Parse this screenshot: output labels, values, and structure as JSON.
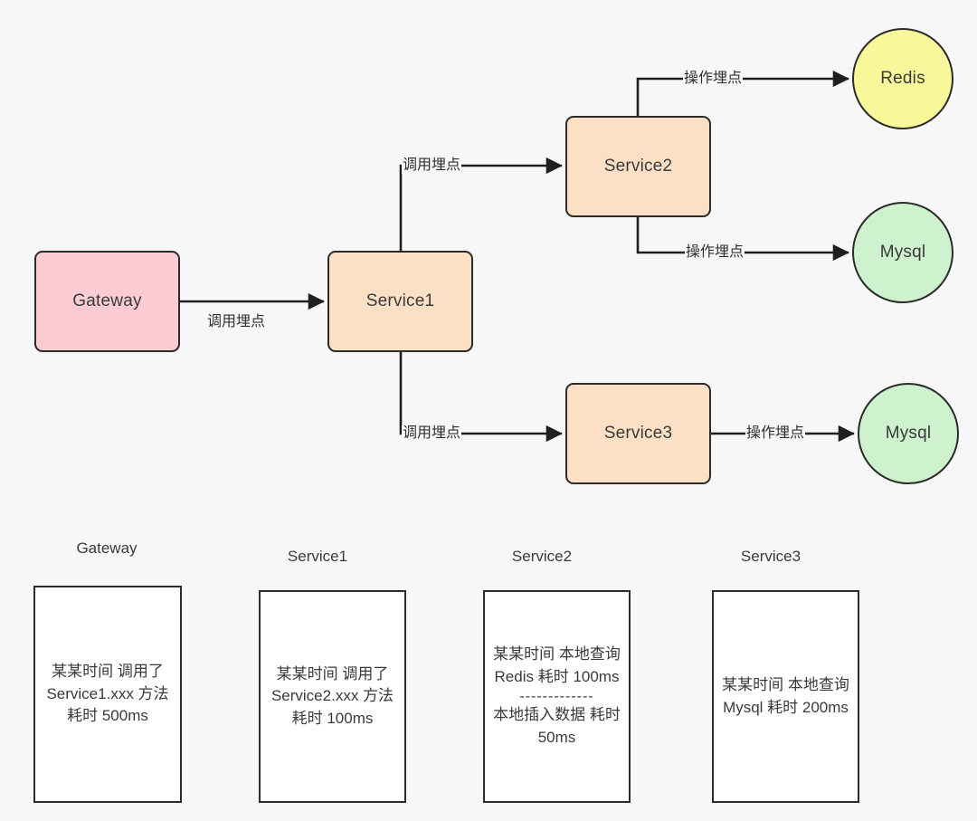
{
  "background": "#f7f7f7",
  "diagram": {
    "nodes": [
      {
        "id": "gateway",
        "label": "Gateway",
        "shape": "rect",
        "fill": "#fbccd3"
      },
      {
        "id": "service1",
        "label": "Service1",
        "shape": "rect",
        "fill": "#fbe0c6"
      },
      {
        "id": "service2",
        "label": "Service2",
        "shape": "rect",
        "fill": "#fbe0c6"
      },
      {
        "id": "service3",
        "label": "Service3",
        "shape": "rect",
        "fill": "#fbe0c6"
      },
      {
        "id": "redis",
        "label": "Redis",
        "shape": "circle",
        "fill": "#f8f89a"
      },
      {
        "id": "mysql1",
        "label": "Mysql",
        "shape": "circle",
        "fill": "#cdf2cd"
      },
      {
        "id": "mysql2",
        "label": "Mysql",
        "shape": "circle",
        "fill": "#cdf2cd"
      }
    ],
    "edges": [
      {
        "id": "gateway-service1",
        "label": "调用埋点"
      },
      {
        "id": "service1-service2",
        "label": "调用埋点"
      },
      {
        "id": "service1-service3",
        "label": "调用埋点"
      },
      {
        "id": "service2-redis",
        "label": "操作埋点"
      },
      {
        "id": "service2-mysql",
        "label": "操作埋点"
      },
      {
        "id": "service3-mysql",
        "label": "操作埋点"
      }
    ],
    "edge_color": "#1f1f1f"
  },
  "logs": {
    "columns": [
      {
        "id": "gateway",
        "title": "Gateway",
        "entries": [
          "某某时间 调用了 Service1.xxx 方法 耗时 500ms"
        ],
        "divider": null
      },
      {
        "id": "service1",
        "title": "Service1",
        "entries": [
          "某某时间 调用了 Service2.xxx 方法 耗时 100ms"
        ],
        "divider": null
      },
      {
        "id": "service2",
        "title": "Service2",
        "entries": [
          "某某时间 本地查询Redis 耗时 100ms",
          "本地插入数据 耗时 50ms"
        ],
        "divider": "-------------"
      },
      {
        "id": "service3",
        "title": "Service3",
        "entries": [
          "某某时间 本地查询Mysql 耗时 200ms"
        ],
        "divider": null
      }
    ]
  }
}
